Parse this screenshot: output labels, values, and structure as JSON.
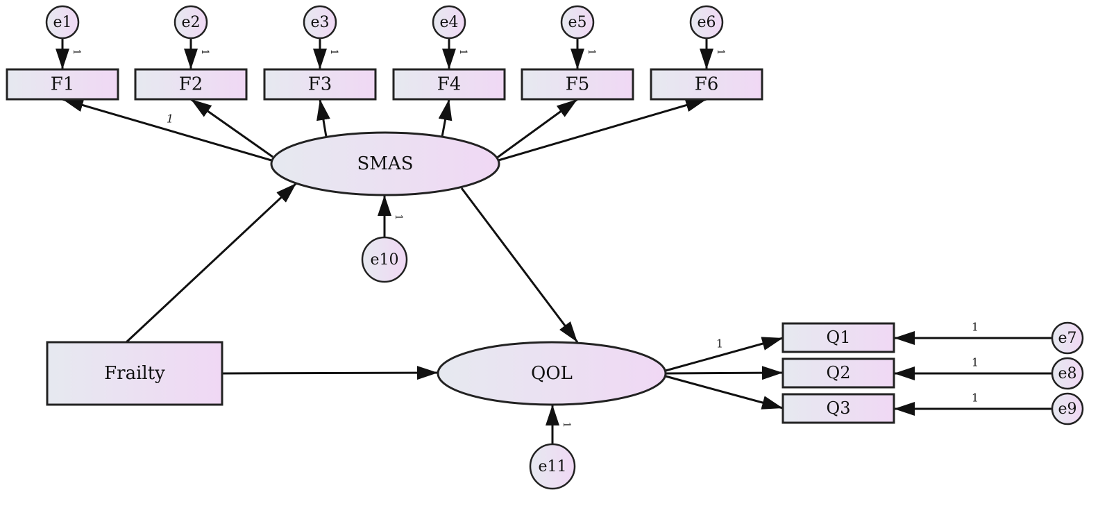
{
  "diagram": {
    "type": "structural-equation-model",
    "observed_nodes": [
      {
        "id": "F1",
        "label": "F1"
      },
      {
        "id": "F2",
        "label": "F2"
      },
      {
        "id": "F3",
        "label": "F3"
      },
      {
        "id": "F4",
        "label": "F4"
      },
      {
        "id": "F5",
        "label": "F5"
      },
      {
        "id": "F6",
        "label": "F6"
      },
      {
        "id": "Q1",
        "label": "Q1"
      },
      {
        "id": "Q2",
        "label": "Q2"
      },
      {
        "id": "Q3",
        "label": "Q3"
      },
      {
        "id": "Frailty",
        "label": "Frailty"
      }
    ],
    "latent_nodes": [
      {
        "id": "SMAS",
        "label": "SMAS"
      },
      {
        "id": "QOL",
        "label": "QOL"
      }
    ],
    "error_nodes": [
      {
        "id": "e1",
        "label": "e1"
      },
      {
        "id": "e2",
        "label": "e2"
      },
      {
        "id": "e3",
        "label": "e3"
      },
      {
        "id": "e4",
        "label": "e4"
      },
      {
        "id": "e5",
        "label": "e5"
      },
      {
        "id": "e6",
        "label": "e6"
      },
      {
        "id": "e7",
        "label": "e7"
      },
      {
        "id": "e8",
        "label": "e8"
      },
      {
        "id": "e9",
        "label": "e9"
      },
      {
        "id": "e10",
        "label": "e10"
      },
      {
        "id": "e11",
        "label": "e11"
      }
    ],
    "edges": [
      {
        "from": "e1",
        "to": "F1",
        "label": "1"
      },
      {
        "from": "e2",
        "to": "F2",
        "label": "1"
      },
      {
        "from": "e3",
        "to": "F3",
        "label": "1"
      },
      {
        "from": "e4",
        "to": "F4",
        "label": "1"
      },
      {
        "from": "e5",
        "to": "F5",
        "label": "1"
      },
      {
        "from": "e6",
        "to": "F6",
        "label": "1"
      },
      {
        "from": "SMAS",
        "to": "F1",
        "label": "1"
      },
      {
        "from": "SMAS",
        "to": "F2",
        "label": ""
      },
      {
        "from": "SMAS",
        "to": "F3",
        "label": ""
      },
      {
        "from": "SMAS",
        "to": "F4",
        "label": ""
      },
      {
        "from": "SMAS",
        "to": "F5",
        "label": ""
      },
      {
        "from": "SMAS",
        "to": "F6",
        "label": ""
      },
      {
        "from": "e10",
        "to": "SMAS",
        "label": "1"
      },
      {
        "from": "Frailty",
        "to": "SMAS",
        "label": ""
      },
      {
        "from": "SMAS",
        "to": "QOL",
        "label": ""
      },
      {
        "from": "Frailty",
        "to": "QOL",
        "label": ""
      },
      {
        "from": "QOL",
        "to": "Q1",
        "label": "1"
      },
      {
        "from": "QOL",
        "to": "Q2",
        "label": ""
      },
      {
        "from": "QOL",
        "to": "Q3",
        "label": ""
      },
      {
        "from": "e7",
        "to": "Q1",
        "label": "1"
      },
      {
        "from": "e8",
        "to": "Q2",
        "label": "1"
      },
      {
        "from": "e9",
        "to": "Q3",
        "label": "1"
      },
      {
        "from": "e11",
        "to": "QOL",
        "label": "1"
      }
    ]
  }
}
